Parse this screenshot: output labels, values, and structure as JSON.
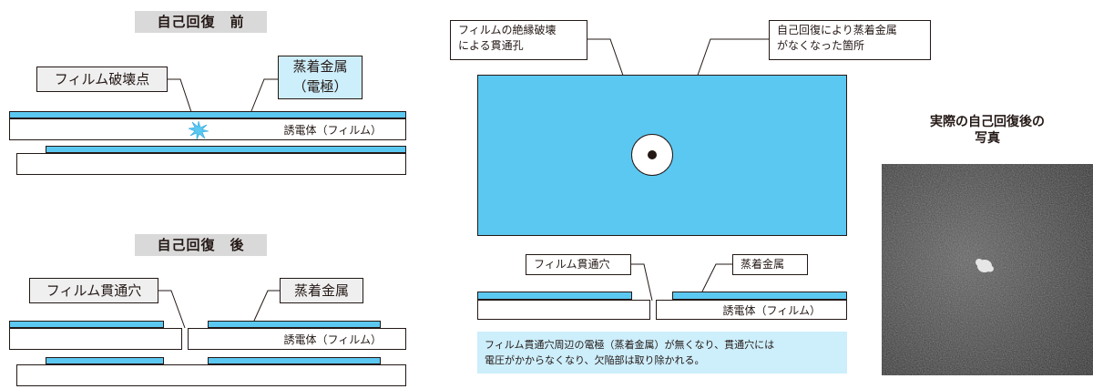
{
  "before": {
    "title": "自己回復　前",
    "breakdown_point_label": "フィルム破壊点",
    "metal_label_line1": "蒸着金属",
    "metal_label_line2": "（電極）",
    "dielectric_label": "誘電体（フィルム）"
  },
  "after": {
    "title": "自己回復　後",
    "hole_label": "フィルム貫通穴",
    "metal_label": "蒸着金属",
    "dielectric_label": "誘電体（フィルム）"
  },
  "center": {
    "through_hole_label": "フィルムの絶縁破壊\nによる貫通孔",
    "metal_gone_label": "自己回復により蒸着金属\nがなくなった箇所",
    "hole_label": "フィルム貫通穴",
    "metal_label": "蒸着金属",
    "dielectric_label": "誘電体（フィルム）",
    "note": "フィルム貫通穴周辺の電極（蒸着金属）が無くなり、貫通穴には\n電圧がかからなくなり、欠陥部は取り除かれる。"
  },
  "photo": {
    "title": "実際の自己回復後の\n写真"
  },
  "colors": {
    "metal": "#5bc8f1",
    "label_blue": "#cdeefb",
    "title_band": "#d9d9d9",
    "line": "#231815"
  }
}
